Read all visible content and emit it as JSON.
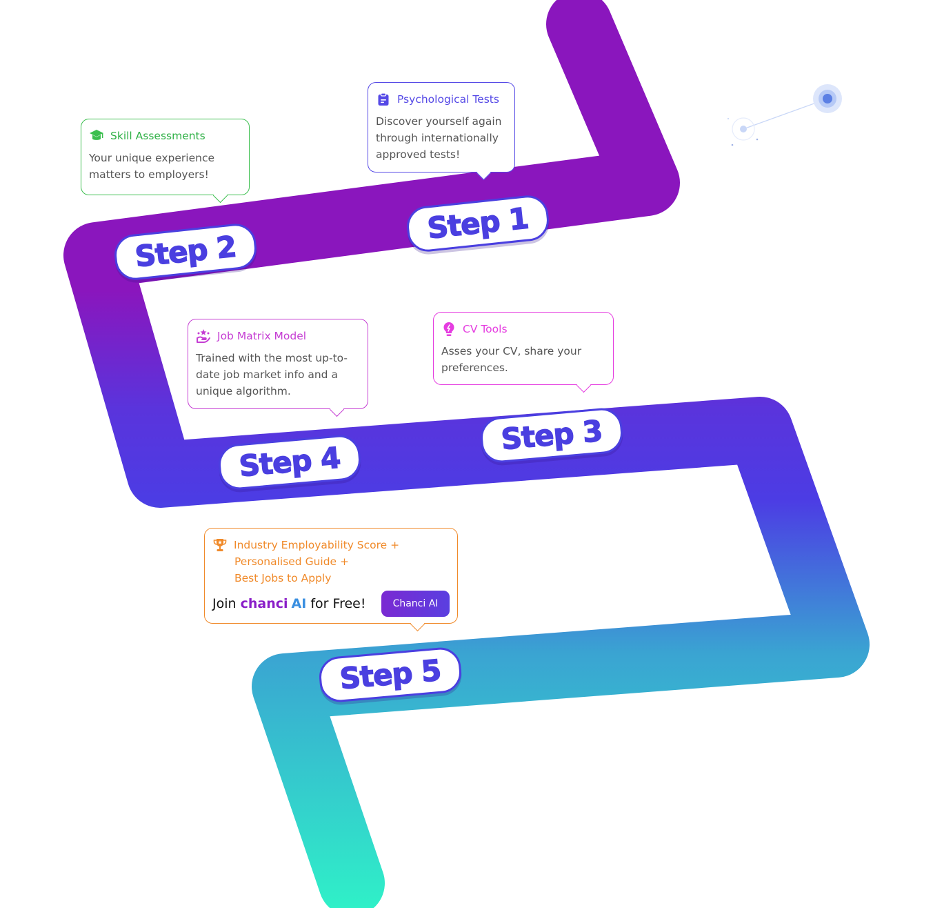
{
  "steps": [
    {
      "id": "step1",
      "label": "Step 1"
    },
    {
      "id": "step2",
      "label": "Step 2"
    },
    {
      "id": "step3",
      "label": "Step 3"
    },
    {
      "id": "step4",
      "label": "Step 4"
    },
    {
      "id": "step5",
      "label": "Step 5"
    }
  ],
  "cards": {
    "psychological": {
      "title": "Psychological Tests",
      "text": "Discover yourself again through internationally approved tests!",
      "icon": "clipboard-icon",
      "color": "#5549e6"
    },
    "skill": {
      "title": "Skill Assessments",
      "text": "Your unique experience matters to employers!",
      "icon": "graduation-cap-icon",
      "color": "#3cbf4f"
    },
    "job_matrix": {
      "title": "Job Matrix Model",
      "text": "Trained with the most up-to-date job market info and a unique algorithm.",
      "icon": "hand-stars-icon",
      "color": "#c53dd3"
    },
    "cv_tools": {
      "title": "CV Tools",
      "text": "Asses your CV, share your preferences.",
      "icon": "lightbulb-icon",
      "color": "#e53de0"
    },
    "final": {
      "line1": "Industry Employability Score +",
      "line2": "Personalised Guide +",
      "line3": "Best Jobs to Apply",
      "icon": "trophy-icon",
      "color": "#f08a2a",
      "join_prefix": "Join",
      "brand_part1": "chanci",
      "brand_part2": "AI",
      "join_suffix": "for Free!",
      "cta_label": "Chanci AI"
    }
  },
  "colors": {
    "road_top": "#8a16bd",
    "road_mid": "#4c3ce4",
    "road_bottom": "#2ff0c8",
    "step_text": "#4a3fe0"
  }
}
